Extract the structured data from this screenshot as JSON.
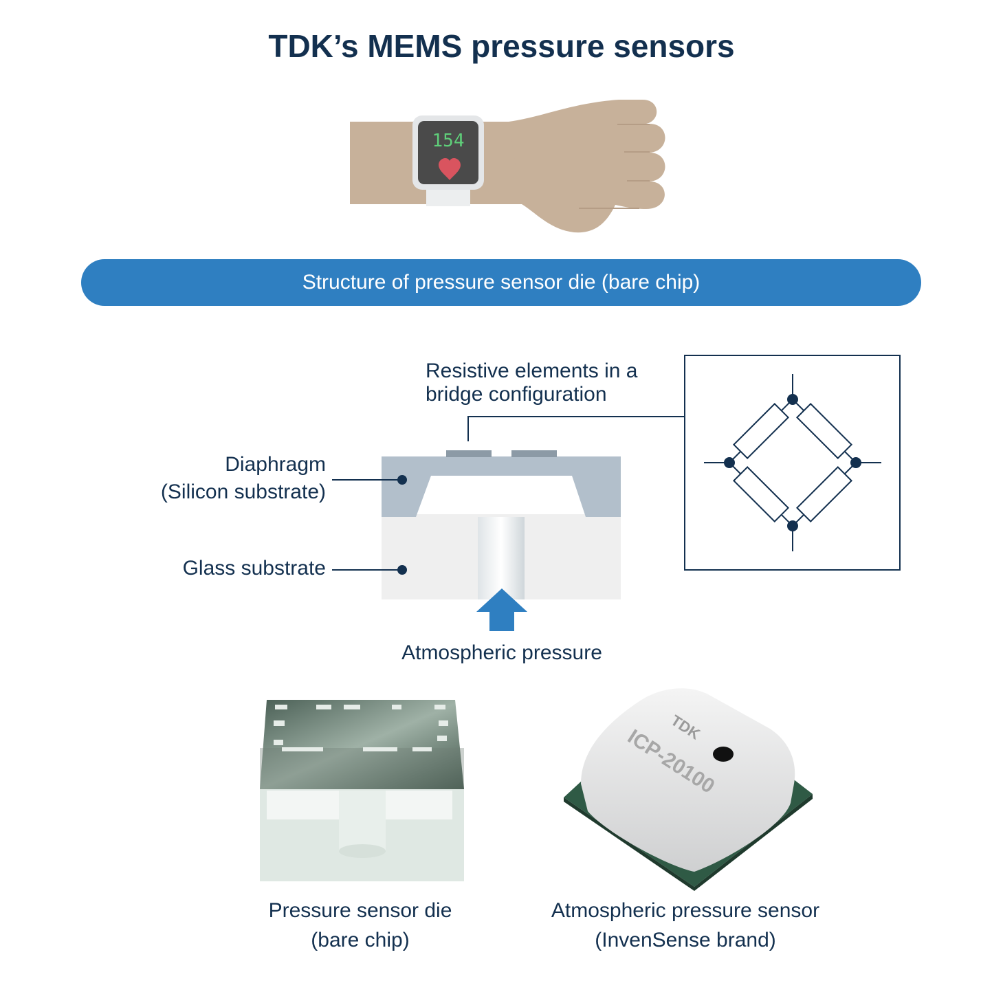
{
  "title": "TDK’s MEMS pressure sensors",
  "watch": {
    "reading": "154"
  },
  "banner": {
    "text": "Structure of pressure sensor die (bare chip)"
  },
  "labels": {
    "resistive_line1": "Resistive elements in a",
    "resistive_line2": "bridge configuration",
    "diaphragm_line1": "Diaphragm",
    "diaphragm_line2": "(Silicon substrate)",
    "glass": "Glass substrate",
    "atmospheric": "Atmospheric pressure"
  },
  "products": {
    "die_line1": "Pressure sensor die",
    "die_line2": "(bare chip)",
    "sensor_line1": "Atmospheric pressure sensor",
    "sensor_line2": "(InvenSense brand)",
    "package_brand": "TDK",
    "package_model": "ICP-20100"
  },
  "colors": {
    "navy": "#13304f",
    "accent_blue": "#2f7fc1",
    "skin": "#c7b19a",
    "heart": "#d9545f",
    "watch_text": "#5fcf7a",
    "silicon": "#b2bfcb",
    "glass": "#efefef"
  }
}
